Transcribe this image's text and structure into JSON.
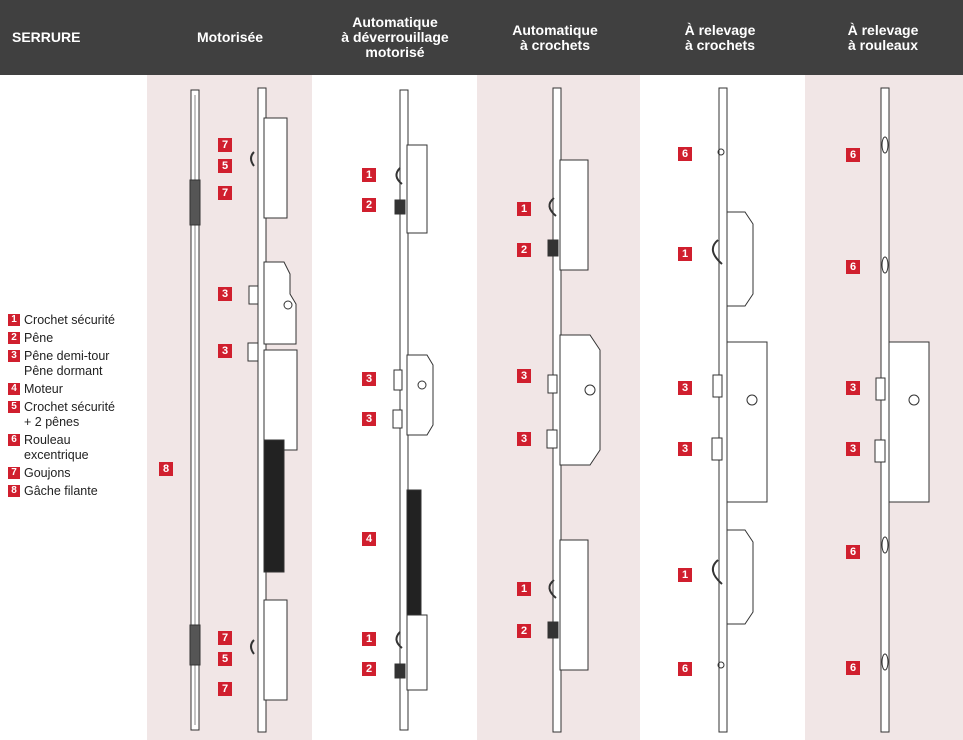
{
  "header": {
    "col0": "SERRURE",
    "col1": "Motorisée",
    "col2": "Automatique\nà déverrouillage\nmotorisé",
    "col3": "Automatique\nà crochets",
    "col4": "À relevage\nà crochets",
    "col5": "À relevage\nà rouleaux"
  },
  "legend": [
    {
      "num": "1",
      "text": "Crochet sécurité"
    },
    {
      "num": "2",
      "text": "Pêne"
    },
    {
      "num": "3",
      "text": "Pêne demi-tour\nPêne dormant"
    },
    {
      "num": "4",
      "text": "Moteur"
    },
    {
      "num": "5",
      "text": "Crochet sécurité\n+ 2 pênes"
    },
    {
      "num": "6",
      "text": "Rouleau\nexcentrique"
    },
    {
      "num": "7",
      "text": "Goujons"
    },
    {
      "num": "8",
      "text": "Gâche filante"
    }
  ],
  "colors": {
    "header_bg": "#404040",
    "band_bg": "#f1e6e6",
    "badge": "#d01f2e"
  },
  "markers": {
    "col1": [
      "7",
      "5",
      "7",
      "3",
      "3",
      "7",
      "5",
      "7"
    ],
    "gache": "8",
    "col2": [
      "1",
      "2",
      "3",
      "3",
      "4",
      "1",
      "2"
    ],
    "col3": [
      "1",
      "2",
      "3",
      "3",
      "1",
      "2"
    ],
    "col4": [
      "6",
      "1",
      "3",
      "3",
      "1",
      "6"
    ],
    "col5": [
      "6",
      "6",
      "3",
      "3",
      "6",
      "6"
    ]
  }
}
